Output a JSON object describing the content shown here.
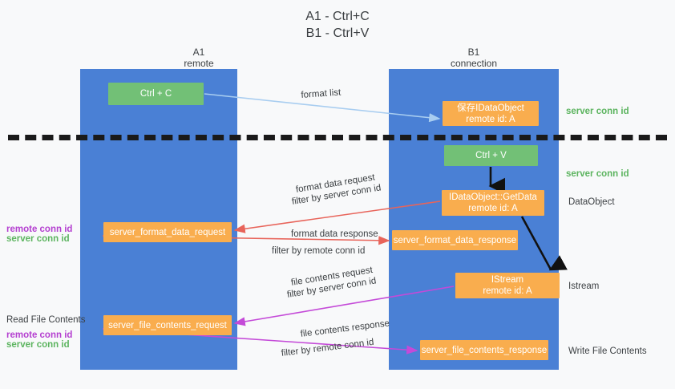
{
  "title": "A1 - Ctrl+C\nB1 - Ctrl+V",
  "colors": {
    "lane_blue": "#4a80d5",
    "box_green": "#72c076",
    "box_orange": "#f9ad4e",
    "server_conn_green": "#5cb45f",
    "remote_conn_purple": "#b43fd0",
    "arrow_lightblue": "#a8cdf0",
    "arrow_red": "#e8645a",
    "arrow_purple": "#c44ad8",
    "arrow_black": "#111111",
    "background": "#f8f9fa"
  },
  "columns": [
    {
      "name": "A1",
      "sub": "remote",
      "header": "A1\nremote"
    },
    {
      "name": "B1",
      "sub": "connection",
      "header": "B1\nconnection"
    }
  ],
  "boxes": {
    "ctrl_c": "Ctrl + C",
    "save_dataobject": "保存IDataObject\nremote id: A",
    "ctrl_v": "Ctrl + V",
    "getdata": "IDataObject::GetData\nremote id: A",
    "istream": "IStream\nremote id: A",
    "server_format_data_request": "server_format_data_request",
    "server_format_data_response": "server_format_data_response",
    "server_file_contents_request": "server_file_contents_request",
    "server_file_contents_response": "server_file_contents_response"
  },
  "arrow_labels": {
    "format_list": "format list",
    "format_data_request": "format data request",
    "format_data_request_filter_prefix": "filter by ",
    "format_data_request_filter_key": "server conn id",
    "format_data_response": "format data response",
    "format_data_response_filter_prefix": "filter by ",
    "format_data_response_filter_key": "remote conn id",
    "file_contents_request": "file contents request",
    "file_contents_request_filter_prefix": "filter by ",
    "file_contents_request_filter_key": "server conn id",
    "file_contents_response": "file contents response",
    "file_contents_response_filter_prefix": "filter by ",
    "file_contents_response_filter_key": "remote conn id"
  },
  "right_labels": {
    "server_conn_id_top": "server conn id",
    "server_conn_id_mid": "server conn id",
    "dataobject": "DataObject",
    "istream": "Istream",
    "write_file_contents": "Write File Contents"
  },
  "left_labels": {
    "remote_conn_id_1": "remote conn id",
    "server_conn_id_1": "server conn id",
    "read_file_contents": "Read File Contents",
    "remote_conn_id_2": "remote conn id",
    "server_conn_id_2": "server conn id"
  }
}
